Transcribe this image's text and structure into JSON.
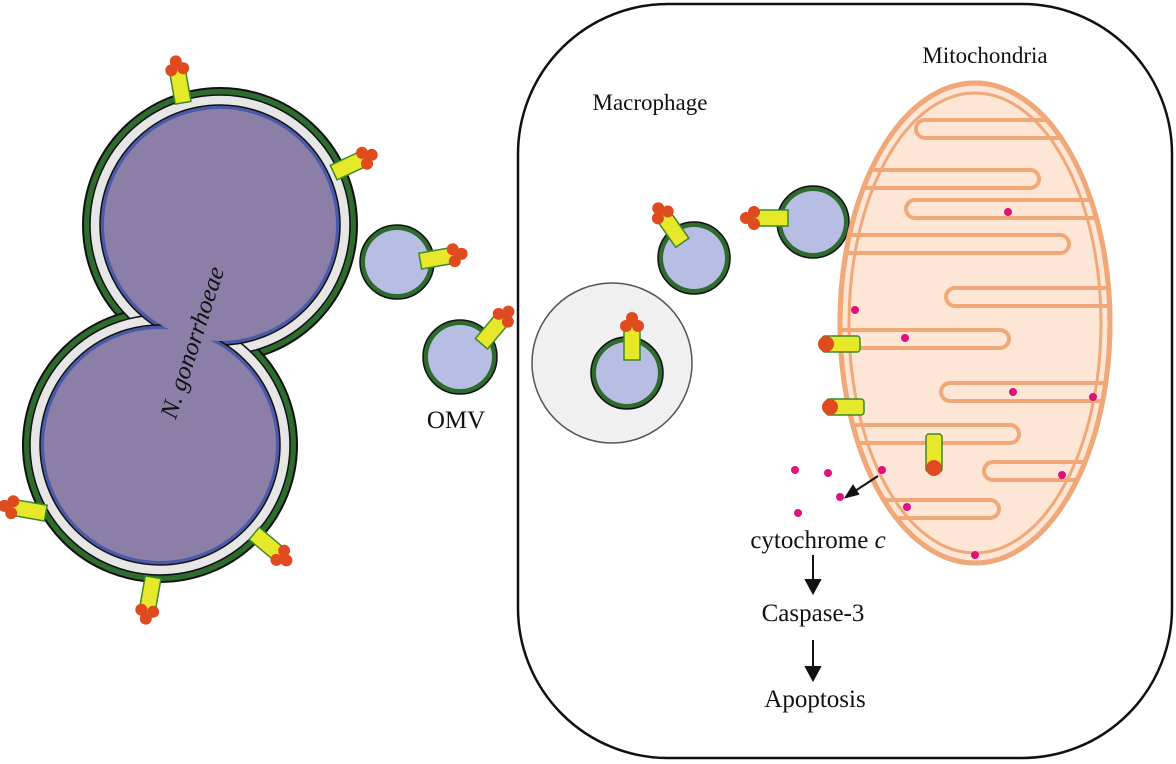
{
  "labels": {
    "bacterium": "N. gonorrhoeae",
    "omv": "OMV",
    "macrophage": "Macrophage",
    "mitochondria": "Mitochondria",
    "cytochrome": "cytochrome",
    "cytochrome_c": "c",
    "caspase": "Caspase-3",
    "apoptosis": "Apoptosis"
  },
  "colors": {
    "bacterium_fill": "#8b7fa8",
    "bacterium_inner_membrane": "#4a5aa8",
    "periplasm": "#e6e6e6",
    "outer_membrane": "#2e6b2e",
    "vesicle_fill": "#b8bde3",
    "porin_yellow": "#e8e82a",
    "porin_red": "#e04a1f",
    "mitochondria_orange": "#f0a878",
    "mitochondria_fill": "#fde6d6",
    "cytochrome_dot": "#e0117f",
    "endosome_fill": "#f0f0f0"
  }
}
